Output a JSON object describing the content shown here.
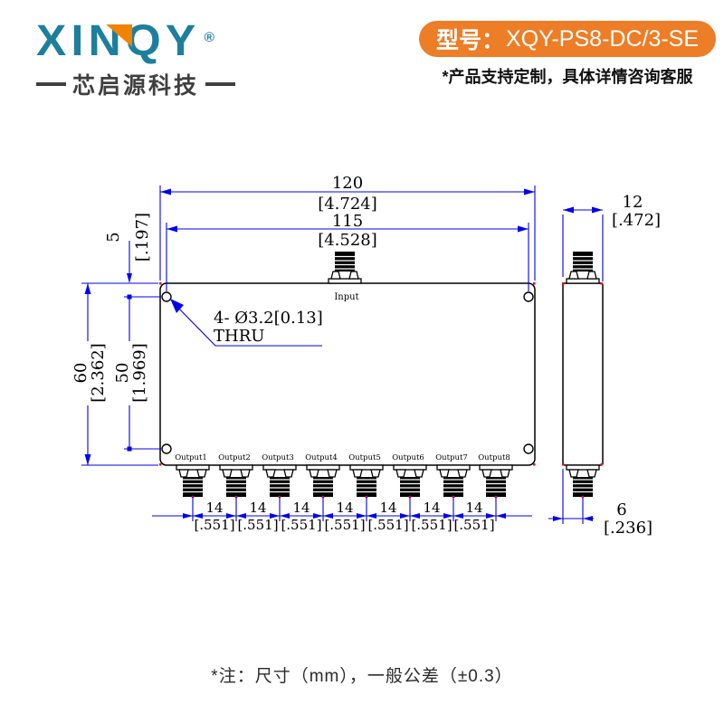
{
  "brand": {
    "logo_text": "XINQY",
    "registered_mark": "®",
    "tagline": "芯启源科技"
  },
  "model": {
    "prefix": "型号：",
    "number": "XQY-PS8-DC/3-SE",
    "note": "*产品支持定制，具体详情咨询客服"
  },
  "drawing": {
    "front_view": {
      "input_label": "Input",
      "output_labels": [
        "Output1",
        "Output2",
        "Output3",
        "Output4",
        "Output5",
        "Output6",
        "Output7",
        "Output8"
      ],
      "hole_callout": {
        "line1": "4- Ø3.2[0.13]",
        "line2": "THRU"
      },
      "dims": {
        "overall_width_mm": "120",
        "overall_width_in": "[4.724]",
        "hole_span_mm": "115",
        "hole_span_in": "[4.528]",
        "edge_to_hole_mm": "5",
        "edge_to_hole_in": "[.197]",
        "overall_height_mm": "60",
        "overall_height_in": "[2.362]",
        "hole_vspan_mm": "50",
        "hole_vspan_in": "[1.969]",
        "output_pitch_mm": "14",
        "output_pitch_in": "[.551]"
      }
    },
    "side_view": {
      "dims": {
        "depth_mm": "12",
        "depth_in": "[.472]",
        "connector_offset_mm": "6",
        "connector_offset_in": "[.236]"
      }
    }
  },
  "footer": {
    "note": "*注：尺寸（mm），一般公差（±0.3）"
  },
  "colors": {
    "brand_teal": "#1d7f9d",
    "brand_orange": "#f08300",
    "pill_orange": "#ed7d26",
    "dimension_blue": "#0000ee",
    "marker_red": "#ff0000"
  }
}
